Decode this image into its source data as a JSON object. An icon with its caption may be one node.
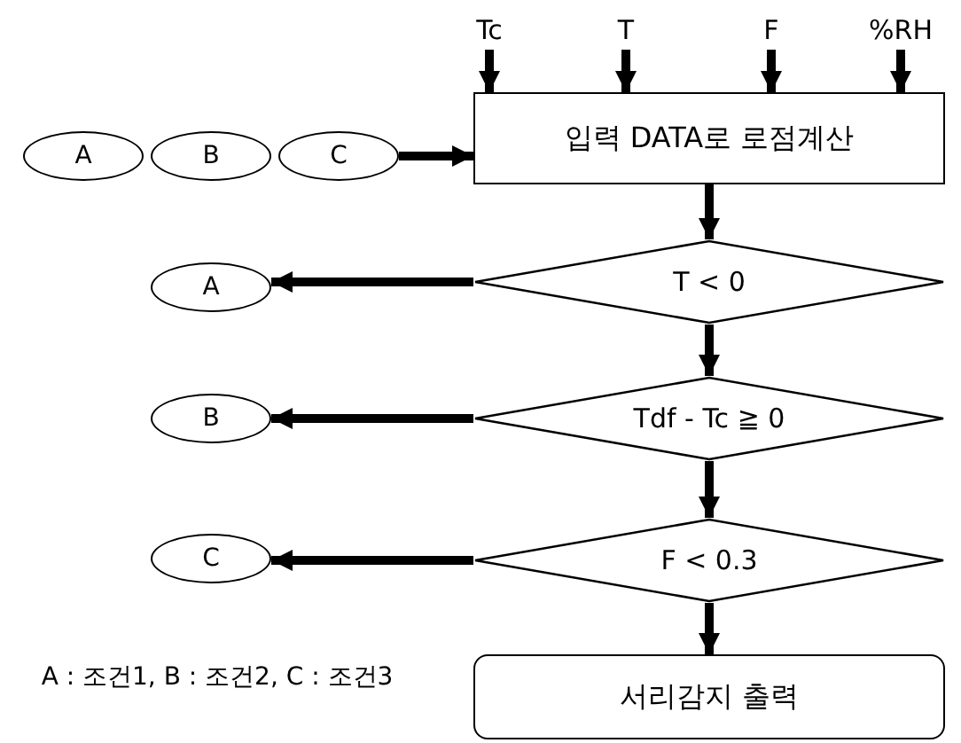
{
  "diagram": {
    "nodes": [
      {
        "text": [
          "Tc"
        ]
      },
      {
        "text": [
          "T"
        ]
      },
      {
        "text": [
          "F"
        ]
      },
      {
        "text": [
          "%RH"
        ]
      },
      {
        "text": [
          "A"
        ]
      },
      {
        "text": [
          "B"
        ]
      },
      {
        "text": [
          "C"
        ]
      },
      {
        "text": [
          "입력 DATA로 로점계산"
        ]
      },
      {
        "text": [
          "T < 0"
        ]
      },
      {
        "text": [
          "Tdf - Tc ≧ 0"
        ]
      },
      {
        "text": [
          "F < 0.3"
        ]
      },
      {
        "text": [
          "서리감지 출력"
        ]
      },
      {
        "text": [
          "A"
        ]
      },
      {
        "text": [
          "B"
        ]
      },
      {
        "text": [
          "C"
        ]
      }
    ],
    "edges": [
      {
        "from": 0,
        "to": 7,
        "arrow": "to"
      },
      {
        "from": 1,
        "to": 7,
        "arrow": "to"
      },
      {
        "from": 2,
        "to": 7,
        "arrow": "to"
      },
      {
        "from": 3,
        "to": 7,
        "arrow": "to"
      },
      {
        "from": 6,
        "to": 7,
        "arrow": "to"
      },
      {
        "from": 7,
        "to": 8,
        "arrow": "to"
      },
      {
        "from": 8,
        "to": 12,
        "arrow": "to"
      },
      {
        "from": 8,
        "to": 9,
        "arrow": "to"
      },
      {
        "from": 9,
        "to": 13,
        "arrow": "to"
      },
      {
        "from": 9,
        "to": 10,
        "arrow": "to"
      },
      {
        "from": 10,
        "to": 14,
        "arrow": "to"
      },
      {
        "from": 10,
        "to": 11,
        "arrow": "to"
      }
    ],
    "labels": [
      "A : 조건1, B : 조건2, C : 조건3"
    ]
  }
}
